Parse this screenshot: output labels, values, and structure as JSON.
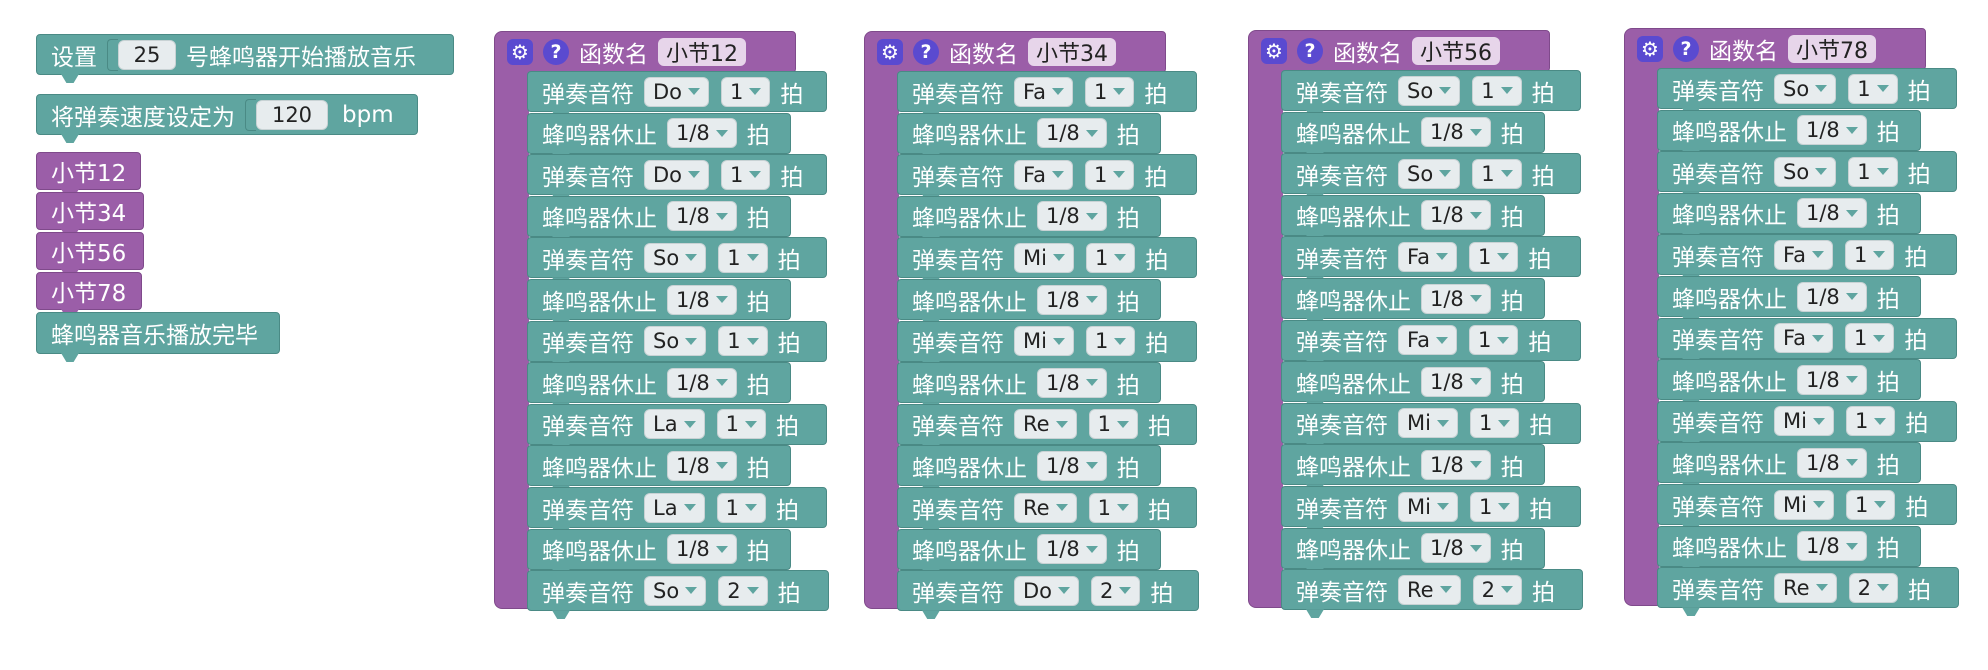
{
  "left_stack": {
    "setup": {
      "prefix": "设置",
      "pin": "25",
      "suffix": "号蜂鸣器开始播放音乐"
    },
    "tempo": {
      "prefix": "将弹奏速度设定为",
      "value": "120",
      "unit": "bpm"
    },
    "calls": [
      "小节12",
      "小节34",
      "小节56",
      "小节78"
    ],
    "finish": "蜂鸣器音乐播放完毕"
  },
  "labels": {
    "func_name": "函数名",
    "play": "弹奏音符",
    "rest": "蜂鸣器休止",
    "beat": "拍",
    "gear_icon": "⚙",
    "help_icon": "?"
  },
  "functions": [
    {
      "name": "小节12",
      "notes": [
        {
          "note": "Do",
          "beats": "1",
          "rest": "1/8"
        },
        {
          "note": "Do",
          "beats": "1",
          "rest": "1/8"
        },
        {
          "note": "So",
          "beats": "1",
          "rest": "1/8"
        },
        {
          "note": "So",
          "beats": "1",
          "rest": "1/8"
        },
        {
          "note": "La",
          "beats": "1",
          "rest": "1/8"
        },
        {
          "note": "La",
          "beats": "1",
          "rest": "1/8"
        },
        {
          "note": "So",
          "beats": "2"
        }
      ]
    },
    {
      "name": "小节34",
      "notes": [
        {
          "note": "Fa",
          "beats": "1",
          "rest": "1/8"
        },
        {
          "note": "Fa",
          "beats": "1",
          "rest": "1/8"
        },
        {
          "note": "Mi",
          "beats": "1",
          "rest": "1/8"
        },
        {
          "note": "Mi",
          "beats": "1",
          "rest": "1/8"
        },
        {
          "note": "Re",
          "beats": "1",
          "rest": "1/8"
        },
        {
          "note": "Re",
          "beats": "1",
          "rest": "1/8"
        },
        {
          "note": "Do",
          "beats": "2"
        }
      ]
    },
    {
      "name": "小节56",
      "notes": [
        {
          "note": "So",
          "beats": "1",
          "rest": "1/8"
        },
        {
          "note": "So",
          "beats": "1",
          "rest": "1/8"
        },
        {
          "note": "Fa",
          "beats": "1",
          "rest": "1/8"
        },
        {
          "note": "Fa",
          "beats": "1",
          "rest": "1/8"
        },
        {
          "note": "Mi",
          "beats": "1",
          "rest": "1/8"
        },
        {
          "note": "Mi",
          "beats": "1",
          "rest": "1/8"
        },
        {
          "note": "Re",
          "beats": "2"
        }
      ]
    },
    {
      "name": "小节78",
      "notes": [
        {
          "note": "So",
          "beats": "1",
          "rest": "1/8"
        },
        {
          "note": "So",
          "beats": "1",
          "rest": "1/8"
        },
        {
          "note": "Fa",
          "beats": "1",
          "rest": "1/8"
        },
        {
          "note": "Fa",
          "beats": "1",
          "rest": "1/8"
        },
        {
          "note": "Mi",
          "beats": "1",
          "rest": "1/8"
        },
        {
          "note": "Mi",
          "beats": "1",
          "rest": "1/8"
        },
        {
          "note": "Re",
          "beats": "2"
        }
      ]
    }
  ],
  "colors": {
    "statement": "#5fa5a0",
    "procedure": "#9b5ea8",
    "icon": "#5a4ad0"
  }
}
